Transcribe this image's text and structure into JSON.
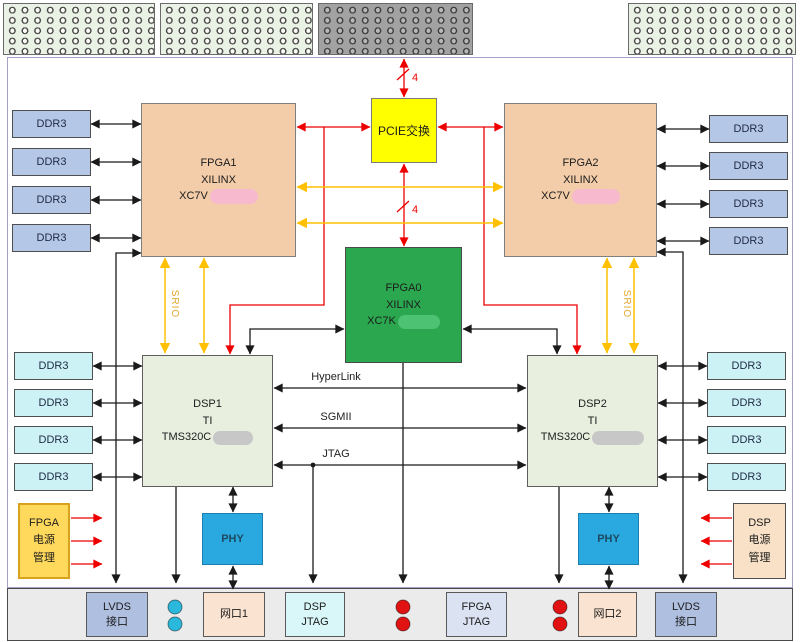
{
  "labels": {
    "ddr3": "DDR3",
    "phy": "PHY",
    "srio": "SRIO",
    "pcie": "PCIE交换",
    "lane_count": "4",
    "hyperlink": "HyperLink",
    "sgmii": "SGMII",
    "jtag": "JTAG"
  },
  "chips": {
    "fpga1": {
      "name": "FPGA1",
      "vendor": "XILINX",
      "part_prefix": "XC7V"
    },
    "fpga2": {
      "name": "FPGA2",
      "vendor": "XILINX",
      "part_prefix": "XC7V"
    },
    "fpga0": {
      "name": "FPGA0",
      "vendor": "XILINX",
      "part_prefix": "XC7K"
    },
    "dsp1": {
      "name": "DSP1",
      "vendor": "TI",
      "part_prefix": "TMS320C"
    },
    "dsp2": {
      "name": "DSP2",
      "vendor": "TI",
      "part_prefix": "TMS320C"
    }
  },
  "power": {
    "left": [
      "FPGA",
      "电源",
      "管理"
    ],
    "right": [
      "DSP",
      "电源",
      "管理"
    ]
  },
  "bottom_bar": {
    "lvds_left": [
      "LVDS",
      "接口"
    ],
    "eth1": "网口1",
    "dsp_jtag": [
      "DSP",
      "JTAG"
    ],
    "fpga_jtag": [
      "FPGA",
      "JTAG"
    ],
    "eth2": "网口2",
    "lvds_right": [
      "LVDS",
      "接口"
    ]
  },
  "colors": {
    "ink": "#1a1a1a",
    "red": "#ee0000",
    "yellow": "#ffc000",
    "srio_text": "#e2a62c",
    "fpga_fill": "#f3cda9",
    "fpga0_fill": "#2ba84f",
    "dsp_fill": "#e8efdf",
    "pcie_fill": "#ffff00",
    "phy_fill": "#2aa9e0",
    "ddr3_top": "#b4c7e7",
    "ddr3_bot": "#ccf2f5",
    "lvds_fill": "#aebfe0",
    "eth_fill": "#fae3d0",
    "dsp_jtag_fill": "#d9f6f8",
    "fpga_jtag_fill": "#dbe3f3",
    "bar_fill": "#ebebeb",
    "pw_left": "#ffd95c",
    "pw_left_border": "#d9a21b",
    "pw_right": "#f8e1c6",
    "conn_green": "#eaf2e5",
    "conn_gray": "#a2a2a2",
    "redact_pink": "#f6b9ce",
    "redact_green": "#4cc272",
    "redact_gray": "#c7c7c7",
    "frame": "#a79fc5",
    "port_cyan": "#2ab8dc",
    "port_red": "#e01212"
  }
}
